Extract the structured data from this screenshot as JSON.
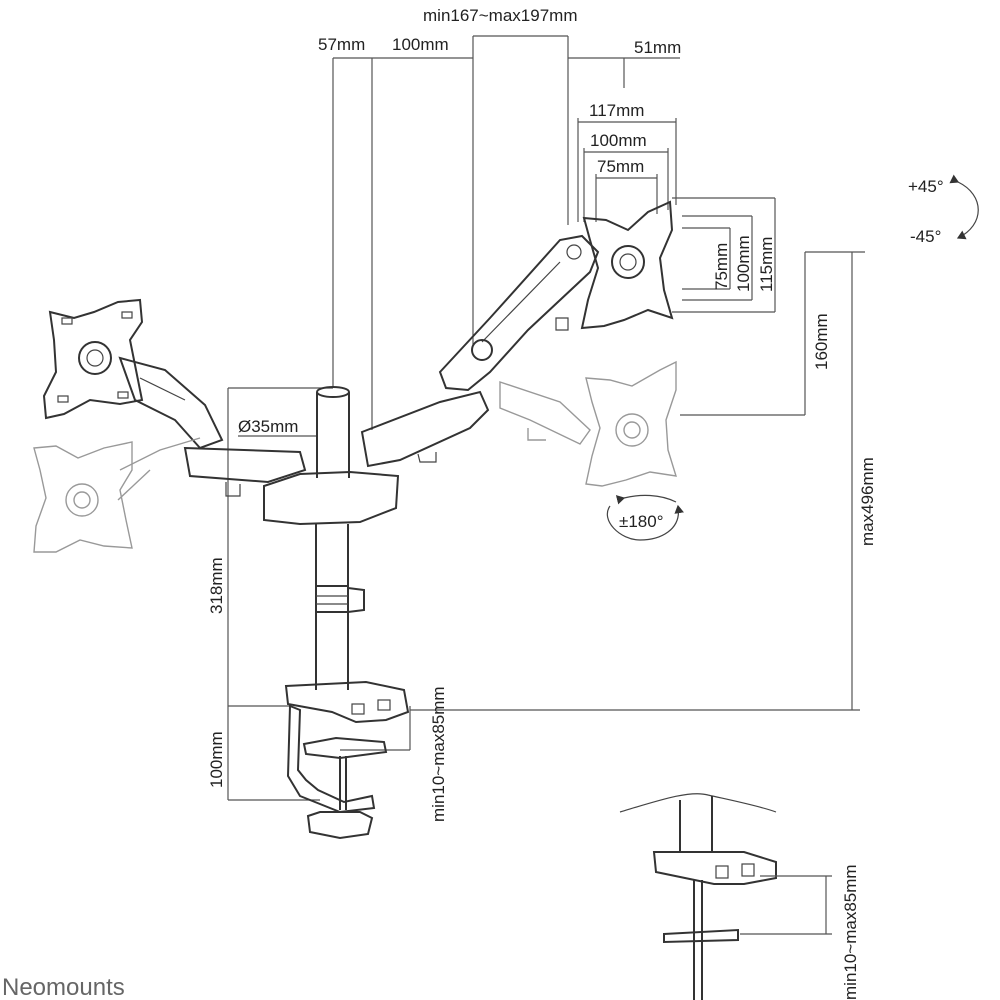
{
  "labels": {
    "arm_extension": "min167~max197mm",
    "left_offset": "57mm",
    "center_offset": "100mm",
    "right_offset": "51mm",
    "vesa_117": "117mm",
    "vesa_100_w": "100mm",
    "vesa_75_w": "75mm",
    "vesa_75_h": "75mm",
    "vesa_100_h": "100mm",
    "vesa_115_h": "115mm",
    "height_adjust": "160mm",
    "max_height": "max496mm",
    "pole_diameter": "Ø35mm",
    "pole_height": "318mm",
    "clamp_height": "100mm",
    "desk_thickness": "min10~max85mm",
    "desk_thickness_detail": "min10~max85mm",
    "tilt_up": "+45°",
    "tilt_down": "-45°",
    "rotation": "±180°"
  },
  "brand": "Neomounts"
}
